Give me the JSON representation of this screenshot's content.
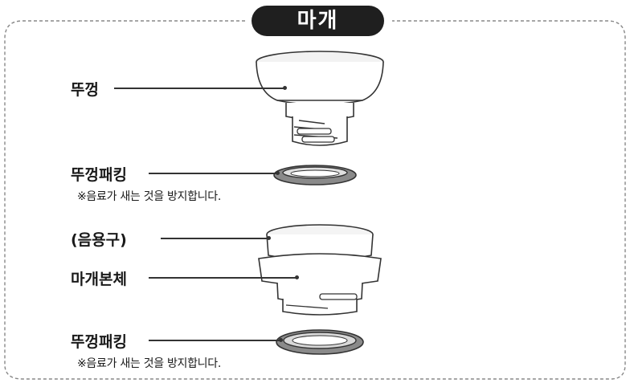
{
  "title": "마개",
  "parts": [
    {
      "label": "뚜껑"
    },
    {
      "label": "뚜껑패킹",
      "note": "※음료가 새는 것을 방지합니다."
    },
    {
      "label": "(음용구)"
    },
    {
      "label": "마개본체"
    },
    {
      "label": "뚜껑패킹",
      "note": "※음료가 새는 것을 방지합니다."
    }
  ],
  "colors": {
    "line": "#333333",
    "fill": "#ffffff",
    "shade": "#e6e6e6",
    "gasket": "#8a8a8a",
    "pill": "#1f1f1f"
  }
}
